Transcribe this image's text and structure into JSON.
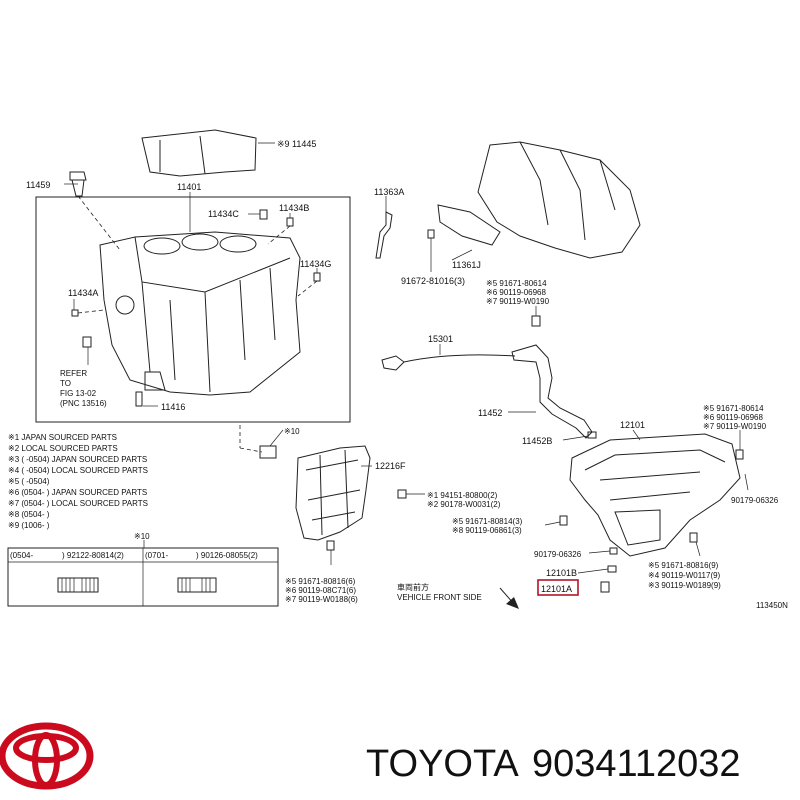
{
  "labels": {
    "p11445": "※9 11445",
    "p11459": "11459",
    "p11401": "11401",
    "p11434c": "11434C",
    "p11434b": "11434B",
    "p11434g": "11434G",
    "p11434a": "11434A",
    "p11416": "11416",
    "p11363a": "11363A",
    "p11361j": "11361J",
    "p91672": "91672-81016(3)",
    "p15301": "15301",
    "p11452": "11452",
    "p11452b": "11452B",
    "p12101": "12101",
    "p12216f": "12216F",
    "p12101b": "12101B",
    "p12101a": "12101A",
    "p90179_06326": "90179-06326",
    "p90179_06326_r": "90179-06326",
    "code_group_top": [
      "※5 91671-80614",
      "※6 90119-06968",
      "※7 90119-W0190"
    ],
    "code_group_right": [
      "※5 91671-80614",
      "※6 90119-06968",
      "※7 90119-W0190"
    ],
    "code_group_mid1": [
      "※1 94151-80800(2)",
      "※2 90178-W0031(2)"
    ],
    "code_group_mid2": [
      "※5 91671-80814(3)",
      "※8 90119-06861(3)"
    ],
    "code_group_bot_right": [
      "※5 91671-80816(9)",
      "※4 90119-W0117(9)",
      "※3 90119-W0189(9)"
    ],
    "code_group_bot_left": [
      "※5 91671-80816(6)",
      "※6 90119-08C71(6)",
      "※7 90119-W0188(6)"
    ],
    "refer": [
      "REFER",
      "TO",
      "FIG 13-02",
      "(PNC 13516)"
    ],
    "mark10_top": "※10",
    "mark10_bottom": "※10",
    "front_jp": "車両前方",
    "front_en": "VEHICLE FRONT SIDE",
    "figure_code": "113450N"
  },
  "notes": [
    "※1 JAPAN SOURCED PARTS",
    "※2 LOCAL SOURCED PARTS",
    "※3 (  -0504) JAPAN SOURCED PARTS",
    "※4 (  -0504) LOCAL SOURCED PARTS",
    "※5 (  -0504)",
    "※6 (0504-  ) JAPAN SOURCED PARTS",
    "※7 (0504-  ) LOCAL SOURCED PARTS",
    "※8 (0504-  )",
    "※9 (1006-  )"
  ],
  "table": {
    "cells": [
      "(0504-",
      ") 92122-80814(2)",
      "(0701-",
      ") 90126-08055(2)"
    ]
  },
  "brand": {
    "name": "TOYOTA",
    "part_number": "9034112032",
    "accent": "#cc0a1e"
  },
  "highlight_color": "#b0172a"
}
